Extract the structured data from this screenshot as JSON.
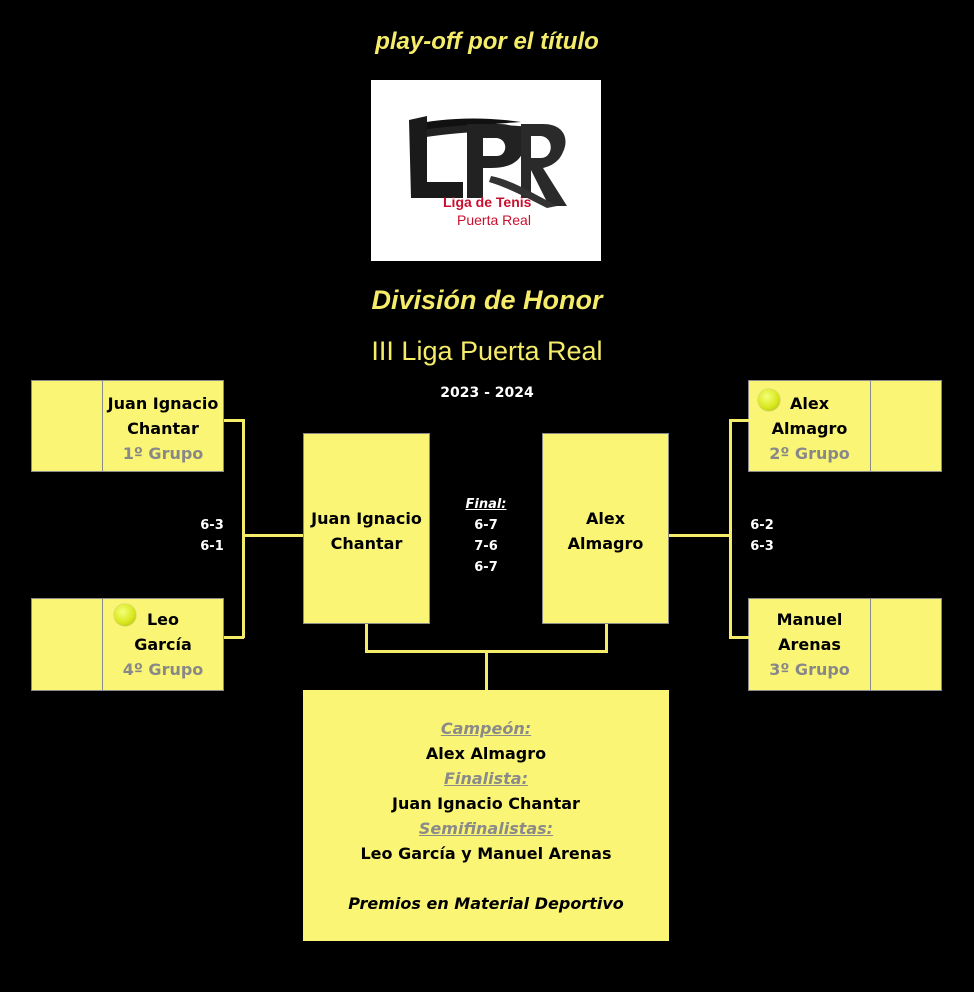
{
  "header": {
    "title": "play-off por el título",
    "division": "División de Honor",
    "liga": "III Liga Puerta Real",
    "season": "2023 - 2024"
  },
  "logo": {
    "letters": "LPR",
    "line1": "Liga de Tenis",
    "line2": "Puerta Real"
  },
  "bracket": {
    "left_top": {
      "name1": "Juan Ignacio",
      "name2": "Chantar",
      "group": "1º Grupo"
    },
    "left_bottom": {
      "name1": "Leo",
      "name2": "García",
      "group": "4º Grupo",
      "ball": true
    },
    "right_top": {
      "name1": "Alex",
      "name2": "Almagro",
      "group": "2º Grupo",
      "ball": true
    },
    "right_bottom": {
      "name1": "Manuel",
      "name2": "Arenas",
      "group": "3º Grupo"
    },
    "left_score": [
      "6-3",
      "6-1"
    ],
    "right_score": [
      "6-2",
      "6-3"
    ],
    "semi_left": {
      "name1": "Juan Ignacio",
      "name2": "Chantar"
    },
    "semi_right": {
      "name1": "Alex",
      "name2": "Almagro"
    },
    "final": {
      "label": "Final:",
      "sets": [
        "6-7",
        "7-6",
        "6-7"
      ]
    }
  },
  "result": {
    "champion_label": "Campeón:",
    "champion": "Alex Almagro",
    "finalist_label": "Finalista:",
    "finalist": "Juan Ignacio Chantar",
    "semis_label": "Semifinalistas:",
    "semis": "Leo García y Manuel Arenas",
    "prize": "Premios en Material Deportivo"
  },
  "colors": {
    "background": "#000000",
    "accent": "#f5ec6a",
    "cell": "#fbf575",
    "group": "#888888"
  }
}
